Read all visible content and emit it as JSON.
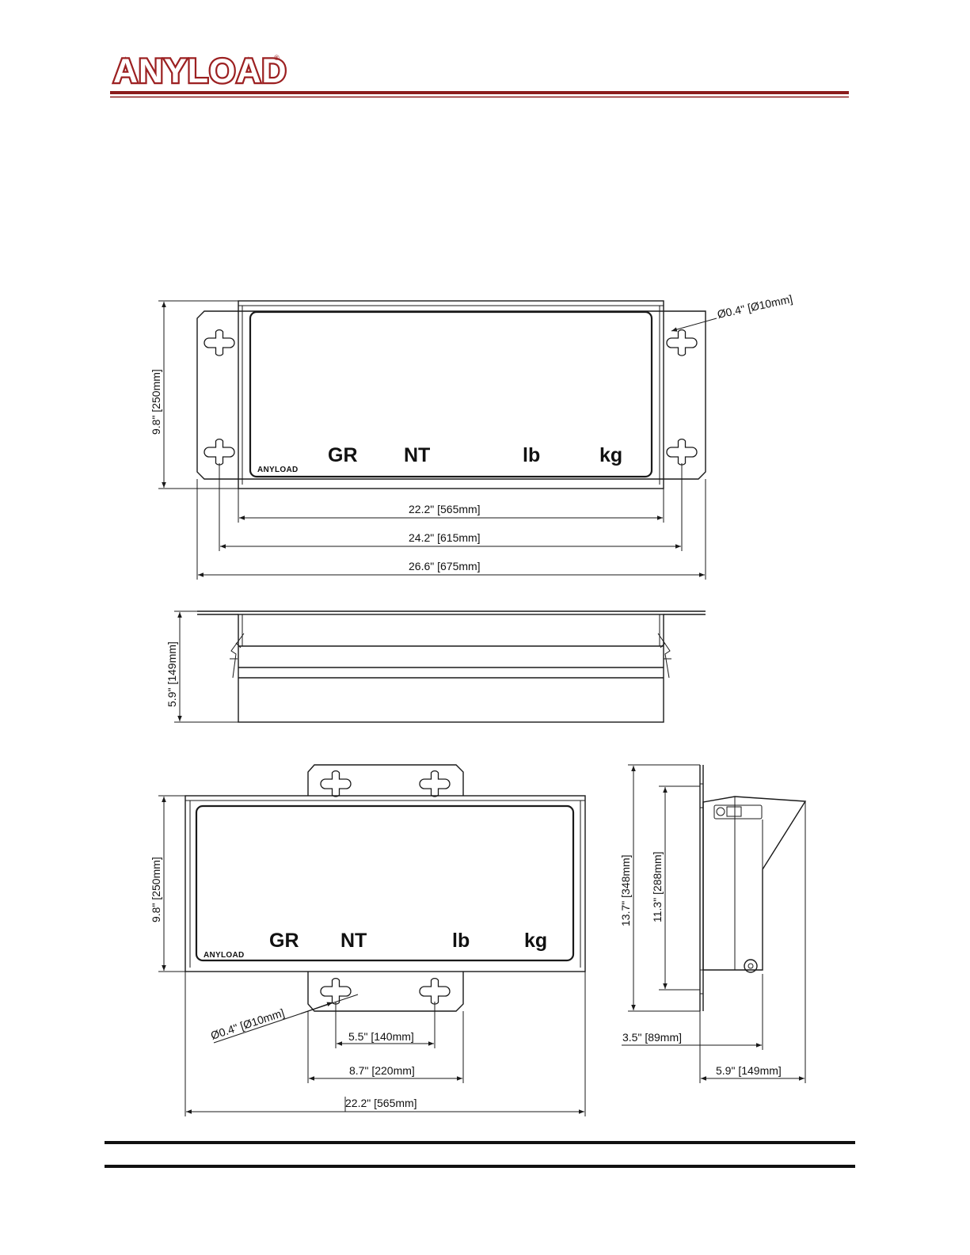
{
  "header": {
    "logo_text": "ANYLOAD",
    "logo_reg_mark": "®",
    "colors": {
      "logo": "#9c2021",
      "rule": "#8b1c1c"
    }
  },
  "front_view_wall": {
    "annunciators": [
      "GR",
      "NT",
      "lb",
      "kg"
    ],
    "bezel_brand": "ANYLOAD",
    "dim_height": "9.8\" [250mm]",
    "dim_hole": "Ø0.4\" [Ø10mm]",
    "dim_width_body": "22.2\" [565mm]",
    "dim_width_holes": "24.2\" [615mm]",
    "dim_width_overall": "26.6\" [675mm]"
  },
  "top_view": {
    "dim_depth": "5.9\" [149mm]"
  },
  "front_view_stand": {
    "annunciators": [
      "GR",
      "NT",
      "lb",
      "kg"
    ],
    "bezel_brand": "ANYLOAD",
    "dim_height": "9.8\" [250mm]",
    "dim_hole": "Ø0.4\" [Ø10mm]",
    "dim_hole_spacing": "5.5\" [140mm]",
    "dim_bracket_width": "8.7\" [220mm]",
    "dim_width_body": "22.2\" [565mm]"
  },
  "side_view": {
    "dim_overall_height": "13.7\" [348mm]",
    "dim_hole_span": "11.3\" [288mm]",
    "dim_bracket_offset": "3.5\" [89mm]",
    "dim_depth": "5.9\" [149mm]"
  }
}
